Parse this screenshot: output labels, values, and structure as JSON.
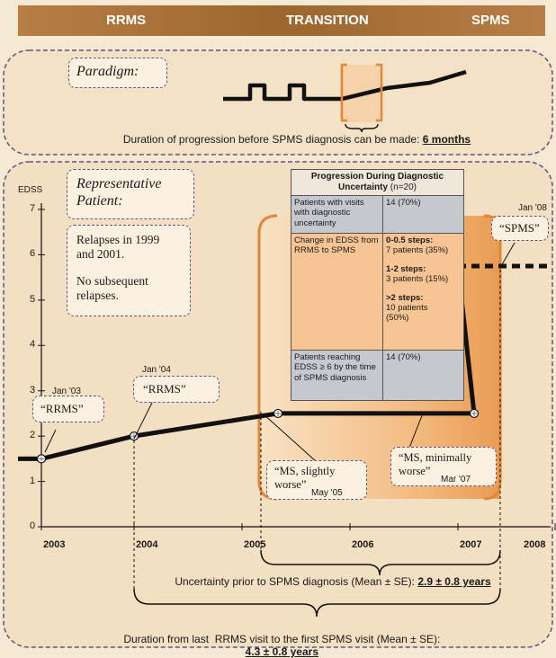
{
  "header": {
    "left": "RRMS",
    "middle": "TRANSITION",
    "right": "SPMS"
  },
  "paradigm": {
    "label": "Paradigm:",
    "caption_prefix": "Duration of progression before SPMS diagnosis can be made:",
    "caption_value": "6 months"
  },
  "patient": {
    "label_line1": "Representative",
    "label_line2": "Patient:",
    "note_line1": "Relapses in 1999",
    "note_line2": "and 2001.",
    "note_line3": "No subsequent",
    "note_line4": "relapses."
  },
  "table": {
    "title_line1": "Progression During Diagnostic",
    "title_line2": "Uncertainty",
    "title_n": "(n=20)",
    "rows": [
      {
        "label": "Patients with visits with diagnostic uncertainty",
        "value": "14 (70%)"
      },
      {
        "label": "Change in EDSS from RRMS to SPMS",
        "groups": [
          {
            "head": "0-0.5 steps:",
            "text": "7 patients (35%)"
          },
          {
            "head": "1-2 steps:",
            "text": "3 patients (15%)"
          },
          {
            "head": ">2 steps:",
            "text": "10 patients (50%)"
          }
        ]
      },
      {
        "label": "Patients reaching EDSS ≥ 6 by the time of SPMS diagnosis",
        "value": "14 (70%)"
      }
    ]
  },
  "chart_data": {
    "type": "line",
    "ylabel": "EDSS",
    "ylim": [
      0,
      7
    ],
    "yticks": [
      0,
      1,
      2,
      3,
      4,
      5,
      6,
      7
    ],
    "x_years": [
      "2003",
      "2004",
      "2005",
      "2006",
      "2007",
      "2008"
    ],
    "points": [
      {
        "x": "Jan '03",
        "y": 1.5,
        "label": "“RRMS”"
      },
      {
        "x": "Jan '04",
        "y": 2.0,
        "label": "“RRMS”"
      },
      {
        "x": "May '05",
        "y": 2.5,
        "label_line1": "“MS, slightly",
        "label_line2": "worse”"
      },
      {
        "x": "Mar '07",
        "y": 2.5,
        "label_line1": "“MS, minimally",
        "label_line2": "worse”"
      },
      {
        "x": "Jan '08",
        "y": 5.75,
        "label": "“SPMS”"
      }
    ],
    "date_labels": [
      "Jan '03",
      "Jan '04",
      "May '05",
      "Mar '07",
      "Jan '08"
    ]
  },
  "uncertainty": {
    "prefix": "Uncertainty prior to SPMS diagnosis (Mean ± SE):",
    "value": "2.9 ± 0.8 years"
  },
  "duration": {
    "prefix": "Duration from last  RRMS visit to the first SPMS visit (Mean ± SE):",
    "value": "4.3 ± 0.8 years"
  },
  "colors": {
    "header_band": "#a9743a",
    "orange": "#e8923f",
    "panel_bg": "#f3dfc2",
    "table_bg": "#c6c8cf"
  }
}
